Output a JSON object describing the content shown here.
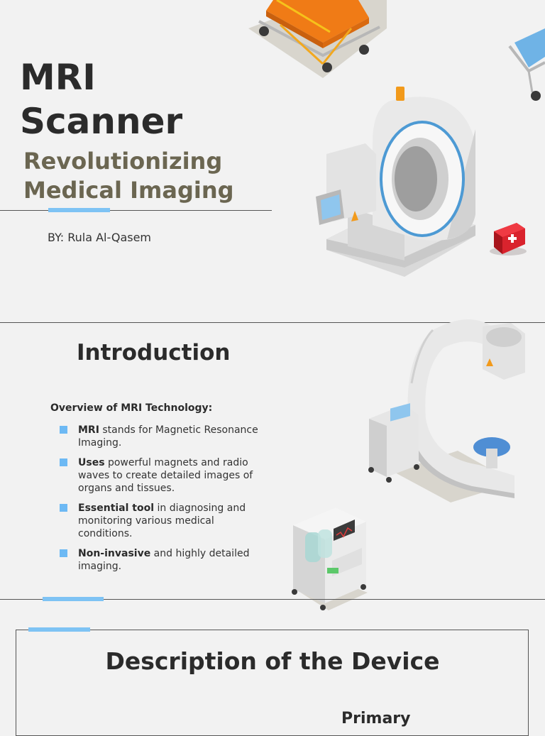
{
  "slide1": {
    "title_line1": "MRI",
    "title_line2": "Scanner",
    "subtitle_line1": "Revolutionizing",
    "subtitle_line2": "Medical Imaging",
    "author": "BY: Rula Al-Qasem"
  },
  "slide2": {
    "heading": "Introduction",
    "overview_label": "Overview of MRI Technology:",
    "bullets": [
      {
        "bold": "MRI",
        "text": " stands for Magnetic Resonance Imaging."
      },
      {
        "bold": "Uses",
        "text": " powerful magnets and radio waves to create detailed images of organs and tissues."
      },
      {
        "bold": "Essential tool",
        "text": " in diagnosing and monitoring various medical conditions."
      },
      {
        "bold": "Non-invasive",
        "text": " and highly detailed imaging."
      }
    ]
  },
  "slide3": {
    "heading": "Description of the Device",
    "partial_label": "Primary"
  },
  "colors": {
    "background": "#f2f2f2",
    "heading_text": "#2b2b2b",
    "subtitle_text": "#6b6651",
    "accent_blue": "#7ec3f4",
    "bullet_square": "#6db9f4"
  },
  "illustrations": {
    "stretcher_orange": "stretcher-illustration",
    "stretcher_blue": "stretcher-illustration",
    "mri_machine": "mri-scanner-illustration",
    "first_aid": "first-aid-kit-icon",
    "c_arm": "c-arm-xray-illustration",
    "suction_unit": "medical-suction-unit-illustration"
  }
}
